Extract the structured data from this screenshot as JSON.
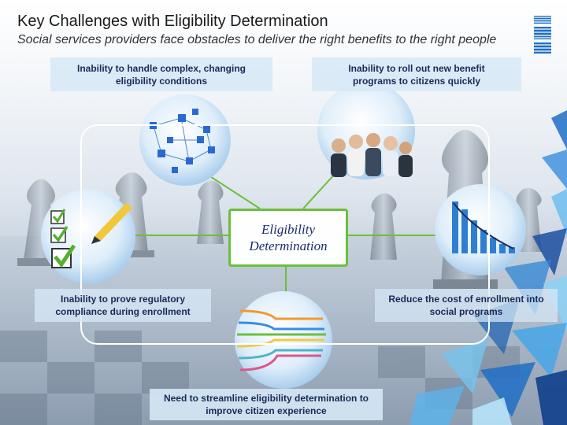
{
  "header": {
    "title": "Key Challenges with Eligibility Determination",
    "subtitle": "Social services providers face obstacles to deliver the right benefits to the right people"
  },
  "logo": {
    "text": "IBM"
  },
  "center": {
    "line1": "Eligibility",
    "line2": "Determination"
  },
  "challenges": {
    "top_left": "Inability to handle complex, changing eligibility conditions",
    "top_right": "Inability to roll out new benefit programs to citizens quickly",
    "middle_left": "Inability to prove regulatory compliance during enrollment",
    "middle_right": "Reduce the cost of enrollment into social programs",
    "bottom": "Need to streamline eligibility determination to improve citizen experience"
  },
  "colors": {
    "accent_green": "#6bbf3a",
    "label_text": "#1a2a55",
    "label_bg": "#d7e8f6"
  }
}
